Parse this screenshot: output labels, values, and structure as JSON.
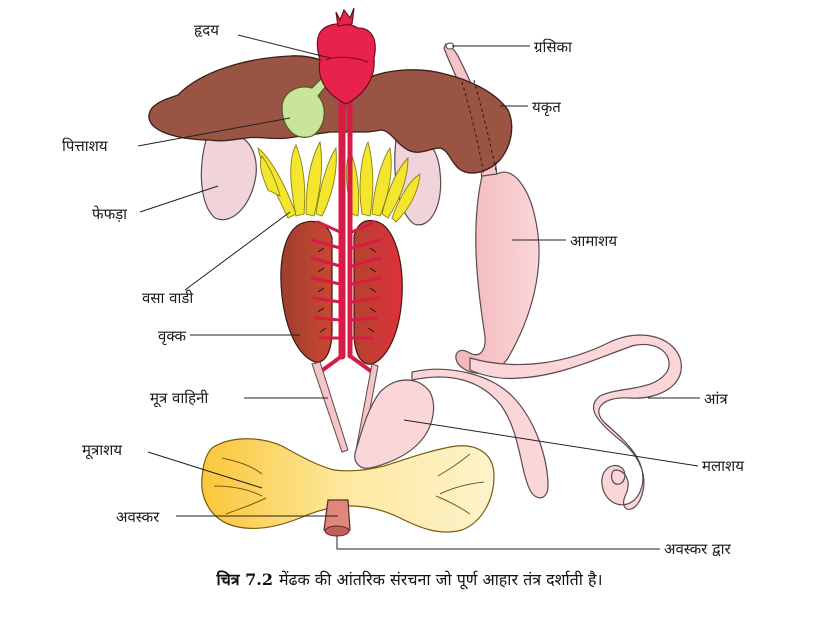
{
  "labels": {
    "heart": "हृदय",
    "esophagus": "ग्रसिका",
    "liver": "यकृत",
    "gall_bladder": "पित्ताशय",
    "lungs": "फेफड़ा",
    "stomach": "आमाशय",
    "fat_bodies": "वसा वाडी",
    "kidney": "वृक्क",
    "ureter": "मूत्र वाहिनी",
    "intestine": "आंत्र",
    "urinary_bladder": "मूत्राशय",
    "rectum": "मलाशय",
    "cloaca": "अवस्कर",
    "cloacal_aperture": "अवस्कर द्वार"
  },
  "caption": {
    "number": "चित्र 7.2",
    "text": "मेंढक की आंतरिक संरचना जो पूर्ण आहार तंत्र दर्शाती है।"
  },
  "colors": {
    "liver": "#9a5443",
    "heart": "#e8224a",
    "gall_bladder": "#c8e59a",
    "lung": "#f1d3da",
    "fat_body": "#f4e62c",
    "kidney": "#b8432f",
    "stomach": "#f6c4c7",
    "intestine": "#fad6d8",
    "bladder": "#fbd45a",
    "cloaca": "#e0867c"
  }
}
